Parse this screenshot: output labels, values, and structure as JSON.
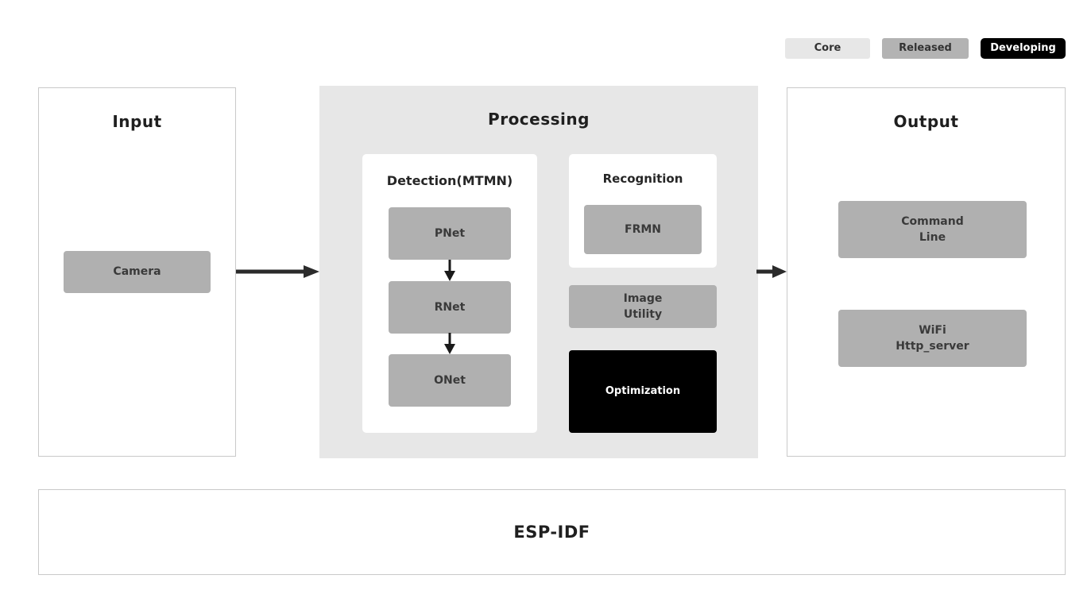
{
  "legend": {
    "core": "Core",
    "released": "Released",
    "developing": "Developing"
  },
  "input": {
    "title": "Input",
    "camera": "Camera"
  },
  "processing": {
    "title": "Processing",
    "detection": {
      "title": "Detection(MTMN)",
      "pnet": "PNet",
      "rnet": "RNet",
      "onet": "ONet"
    },
    "recognition": {
      "title": "Recognition",
      "frmn": "FRMN"
    },
    "image_utility": "Image\nUtility",
    "optimization": "Optimization"
  },
  "output": {
    "title": "Output",
    "command_line": "Command\nLine",
    "wifi_http_server": "WiFi\nHttp_server"
  },
  "foundation": {
    "title": "ESP-IDF"
  },
  "colors": {
    "core": "#e7e7e7",
    "released": "#b0b0b0",
    "developing": "#000000",
    "arrow": "#2b2b2b",
    "panel_border": "#c9c9c9"
  }
}
